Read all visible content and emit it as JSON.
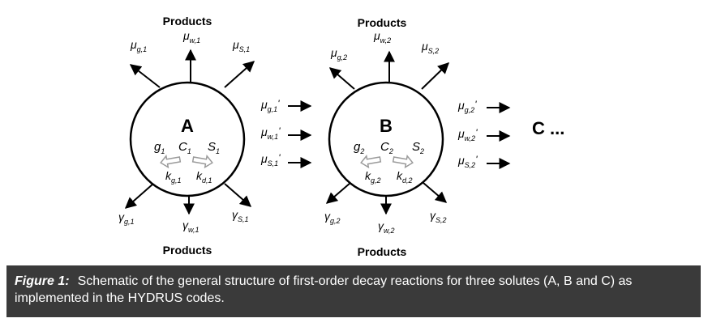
{
  "nodes": [
    {
      "letter": "A",
      "products_top": "Products",
      "products_bottom": "Products",
      "mu_g": {
        "sym": "μ",
        "sub": "g,1"
      },
      "mu_w": {
        "sym": "μ",
        "sub": "w,1"
      },
      "mu_s": {
        "sym": "μ",
        "sub": "S,1"
      },
      "gamma_g": {
        "sym": "γ",
        "sub": "g,1"
      },
      "gamma_w": {
        "sym": "γ",
        "sub": "w,1"
      },
      "gamma_s": {
        "sym": "γ",
        "sub": "S,1"
      },
      "g": {
        "sym": "g",
        "sub": "1"
      },
      "c": {
        "sym": "C",
        "sub": "1"
      },
      "s": {
        "sym": "S",
        "sub": "1"
      },
      "kg": {
        "sym": "k",
        "sub": "g,1"
      },
      "kd": {
        "sym": "k",
        "sub": "d,1"
      }
    },
    {
      "letter": "B",
      "products_top": "Products",
      "products_bottom": "Products",
      "mu_g": {
        "sym": "μ",
        "sub": "g,2"
      },
      "mu_w": {
        "sym": "μ",
        "sub": "w,2"
      },
      "mu_s": {
        "sym": "μ",
        "sub": "S,2"
      },
      "gamma_g": {
        "sym": "γ",
        "sub": "g,2"
      },
      "gamma_w": {
        "sym": "γ",
        "sub": "w,2"
      },
      "gamma_s": {
        "sym": "γ",
        "sub": "S,2"
      },
      "g": {
        "sym": "g",
        "sub": "2"
      },
      "c": {
        "sym": "C",
        "sub": "2"
      },
      "s": {
        "sym": "S",
        "sub": "2"
      },
      "kg": {
        "sym": "k",
        "sub": "g,2"
      },
      "kd": {
        "sym": "k",
        "sub": "d,2"
      }
    }
  ],
  "transfers": [
    [
      {
        "sym": "μ",
        "sub": "g,1",
        "prime": "'"
      },
      {
        "sym": "μ",
        "sub": "w,1",
        "prime": "'"
      },
      {
        "sym": "μ",
        "sub": "S,1",
        "prime": "'"
      }
    ],
    [
      {
        "sym": "μ",
        "sub": "g,2",
        "prime": "'"
      },
      {
        "sym": "μ",
        "sub": "w,2",
        "prime": "'"
      },
      {
        "sym": "μ",
        "sub": "S,2",
        "prime": "'"
      }
    ]
  ],
  "next_node": "C ...",
  "caption": {
    "label": "Figure 1:",
    "text": "Schematic of the general structure of first-order decay reactions for three solutes (A, B and C) as implemented in the HYDRUS codes."
  },
  "colors": {
    "line": "#000000",
    "small_arrow": "#9a9a9a",
    "caption_bg": "#3a3a3a",
    "caption_text": "#ffffff"
  }
}
